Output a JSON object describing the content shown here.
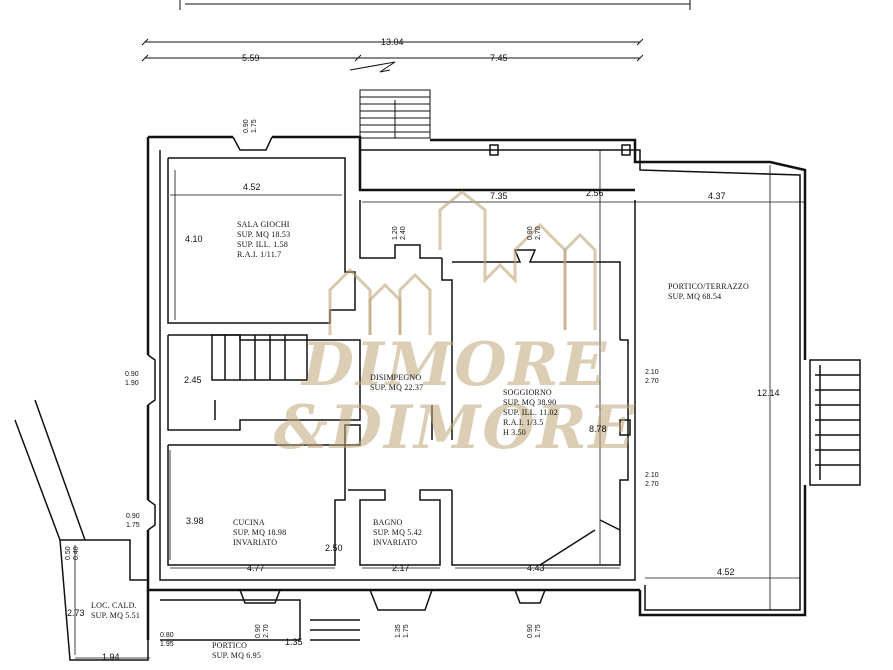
{
  "rooms": {
    "sala_giochi": {
      "name": "SALA GIOCHI",
      "sup": "SUP. MQ 18.53",
      "ill": "SUP. ILL. 1.58",
      "rai": "R.A.I. 1/11.7"
    },
    "disimpegno": {
      "name": "DISIMPEGNO",
      "sup": "SUP. MQ 22.37"
    },
    "soggiorno": {
      "name": "SOGGIORNO",
      "sup": "SUP. MQ 38.90",
      "ill": "SUP. ILL. 11.02",
      "rai": "R.A.I. 1/3.5",
      "h": "H 3.50"
    },
    "portico_terrazzo": {
      "name": "PORTICO/TERRAZZO",
      "sup": "SUP. MQ 68.54"
    },
    "cucina": {
      "name": "CUCINA",
      "sup": "SUP. MQ 18.98",
      "note": "INVARIATO"
    },
    "bagno": {
      "name": "BAGNO",
      "sup": "SUP. MQ 5.42",
      "note": "INVARIATO"
    },
    "loc_cald": {
      "name": "LOC. CALD.",
      "sup": "SUP. MQ 5.51"
    },
    "portico": {
      "name": "PORTICO",
      "sup": "SUP. MQ 6.95"
    }
  },
  "dimensions": {
    "total_width": "13.04",
    "left_width": "5.59",
    "right_width": "7.45",
    "sala_width": "4.52",
    "sala_height": "4.10",
    "corridor_width": "7.35",
    "corridor_right": "2.56",
    "portico_width": "4.37",
    "stair_height": "2.45",
    "soggiorno_height": "8.78",
    "portico_height": "12.14",
    "cucina_height": "3.98",
    "cucina_right": "2.50",
    "cucina_width": "4.77",
    "bagno_width": "2.17",
    "soggiorno_width": "4.43",
    "portico_bottom_width": "4.52",
    "loc_height": "2.73",
    "portico_small_width": "1.94",
    "portico_small_height": "1.35"
  },
  "windows": {
    "w_top_sala": [
      "0.90",
      "1.75"
    ],
    "w_door_disimpegno": [
      "1.20",
      "2.40"
    ],
    "w_top_soggiorno": [
      "0.90",
      "2.70"
    ],
    "w_left_stair": [
      "0.90",
      "1.90"
    ],
    "w_right_1": [
      "2.10",
      "2.70"
    ],
    "w_right_2": [
      "2.10",
      "2.70"
    ],
    "w_left_cucina": [
      "0.90",
      "1.75"
    ],
    "w_left_loc": [
      "0.50",
      "0.40"
    ],
    "w_portico_small": [
      "0.80",
      "1.95"
    ],
    "w_bottom_cucina": [
      "0.90",
      "2.70"
    ],
    "w_bottom_bagno": [
      "1.35",
      "1.75"
    ],
    "w_bottom_soggiorno": [
      "0.90",
      "1.75"
    ]
  },
  "watermark": {
    "line1": "DIMORE",
    "line2": "&DIMORE"
  }
}
